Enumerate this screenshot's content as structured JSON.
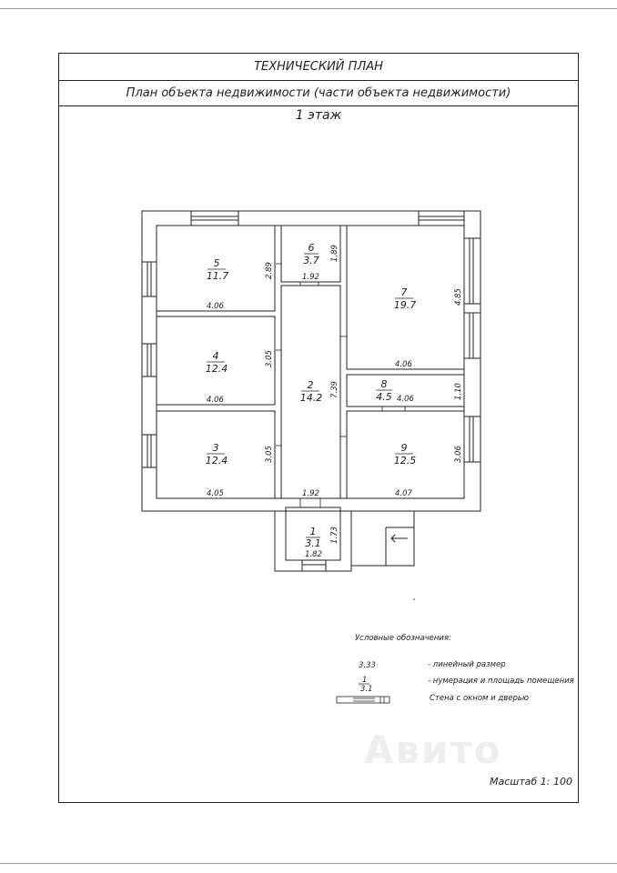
{
  "header": {
    "title": "ТЕХНИЧЕСКИЙ ПЛАН",
    "subtitle": "План объекта недвижимости (части объекта недвижимости)"
  },
  "floor_label": "1 этаж",
  "rooms": [
    {
      "num": "1",
      "area": "3.1"
    },
    {
      "num": "2",
      "area": "14.2"
    },
    {
      "num": "3",
      "area": "12.4"
    },
    {
      "num": "4",
      "area": "12.4"
    },
    {
      "num": "5",
      "area": "11.7"
    },
    {
      "num": "6",
      "area": "3.7"
    },
    {
      "num": "7",
      "area": "19.7"
    },
    {
      "num": "8",
      "area": "4.5"
    },
    {
      "num": "9",
      "area": "12.5"
    }
  ],
  "dimensions": {
    "r5_w": "4.06",
    "r5_h": "2.89",
    "r6_w": "1.92",
    "r6_h": "1.89",
    "r7_w": "4.06",
    "r7_h": "4.85",
    "r4_w": "4.06",
    "r4_h": "3.05",
    "r2_h": "7.39",
    "r8_w": "4.06",
    "r8_h": "1.10",
    "r3_w": "4.05",
    "r3_h": "3.05",
    "r2_w": "1.92",
    "r9_w": "4.07",
    "r9_h": "3.06",
    "r1_h": "1.73",
    "r1_w": "1.82"
  },
  "legend": {
    "title": "Условные обозначения:",
    "dim_example": "3.33",
    "dim_text": "- линейный размер",
    "num_example": "1",
    "area_example": "3.1",
    "num_text": "- нумерация и площадь помещения",
    "wall_text": "Стена с окном и дверью"
  },
  "scale": "Масштаб 1: 100",
  "watermark": "Авито"
}
